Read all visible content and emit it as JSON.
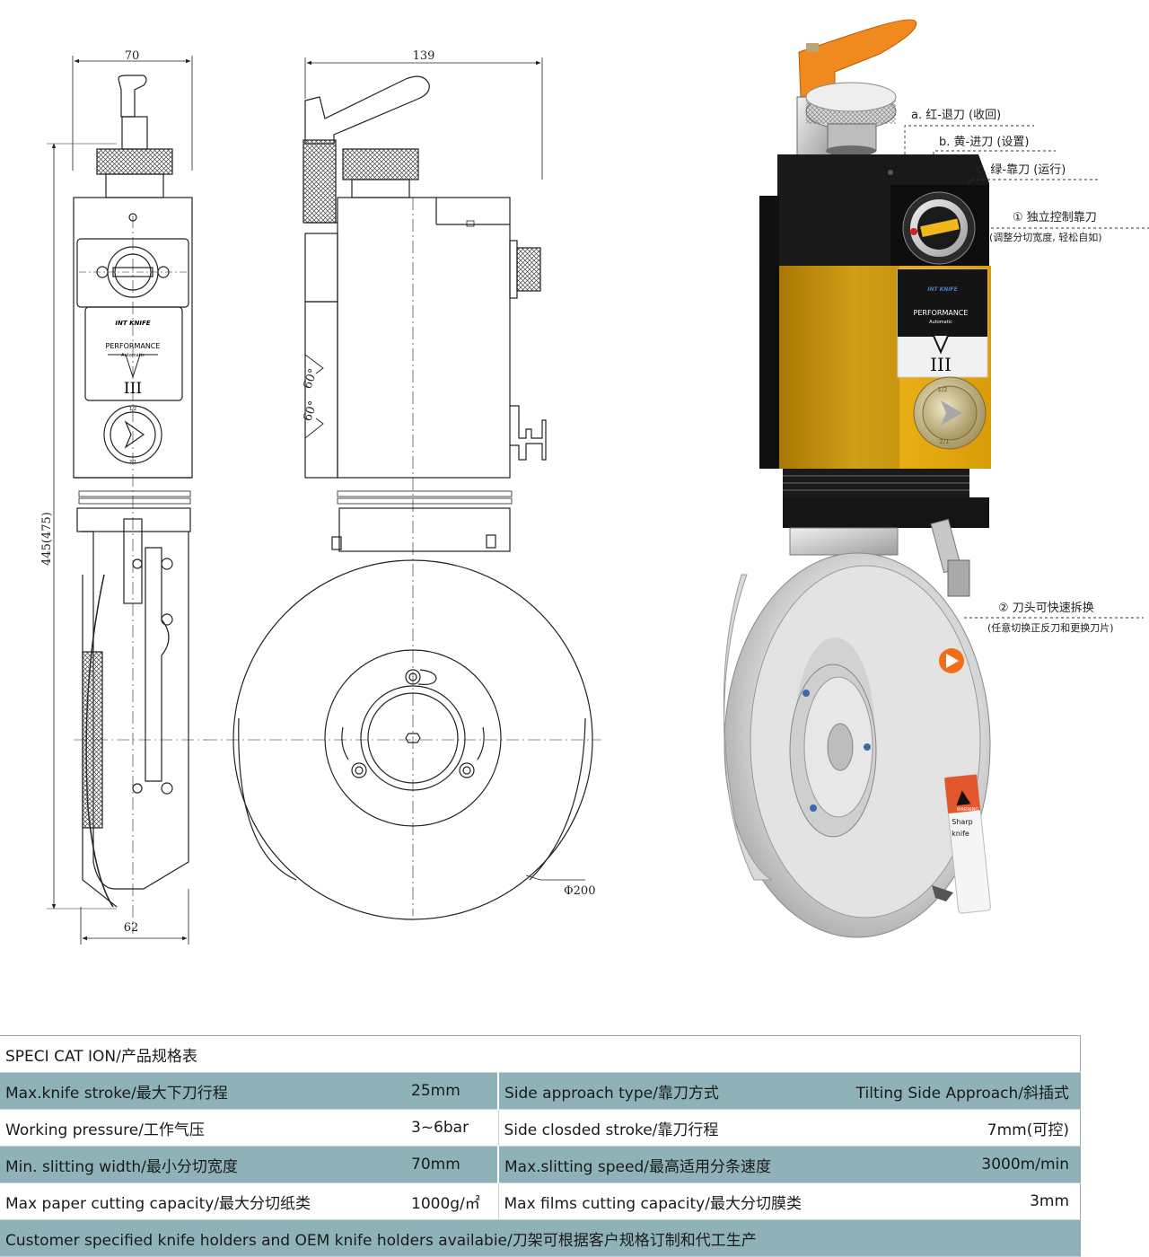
{
  "drawing": {
    "dims": {
      "width_front": "70",
      "width_side": "139",
      "height": "445(475)",
      "bottom_width": "62",
      "diameter": "Φ200",
      "angle1": "60°",
      "angle2": "60°"
    },
    "head_labels": {
      "performance": "PERFORMANCE",
      "automatic": "Automatic",
      "model": "III",
      "brand": "INT KNIFE",
      "knob_top": "1/2",
      "knob_bottom": "2/1"
    }
  },
  "photo": {
    "callouts": {
      "a": "a. 红-退刀 (收回)",
      "b": "b. 黄-进刀 (设置)",
      "c": "c. 绿-靠刀 (运行)",
      "f1": "① 独立控制靠刀",
      "f1_sub": "(调整分切宽度, 轻松自如)",
      "f2": "② 刀头可快速拆换",
      "f2_sub": "(任意切换正反刀和更换刀片)"
    },
    "labels": {
      "performance": "PERFORMANCE",
      "automatic": "Automatic",
      "model": "III",
      "brand": "INT KNIFE",
      "knob_top": "1/2",
      "knob_bottom": "2/1",
      "warning": "WARNING",
      "sharp": "Sharp",
      "knife": "knife"
    }
  },
  "spec": {
    "title": "SPECI CAT ION/产品规格表",
    "rows": [
      {
        "l_label": "Max.knife stroke/最大下刀行程",
        "l_val": "25mm",
        "r_label": "Side approach type/靠刀方式",
        "r_val": "Tilting Side Approach/斜插式"
      },
      {
        "l_label": "Working pressure/工作气压",
        "l_val": "3~6bar",
        "r_label": "Side closded stroke/靠刀行程",
        "r_val": "7mm(可控)"
      },
      {
        "l_label": "Min. slitting width/最小分切宽度",
        "l_val": "70mm",
        "r_label": "Max.slitting speed/最高适用分条速度",
        "r_val": "3000m/min"
      },
      {
        "l_label": "Max paper cutting capacity/最大分切纸类",
        "l_val": "1000g/㎡",
        "r_label": "Max films cutting capacity/最大分切膜类",
        "r_val": "3mm"
      }
    ],
    "footer": "Customer specified knife holders and OEM knife holders availabie/刀架可根据客户规格订制和代工生产"
  }
}
